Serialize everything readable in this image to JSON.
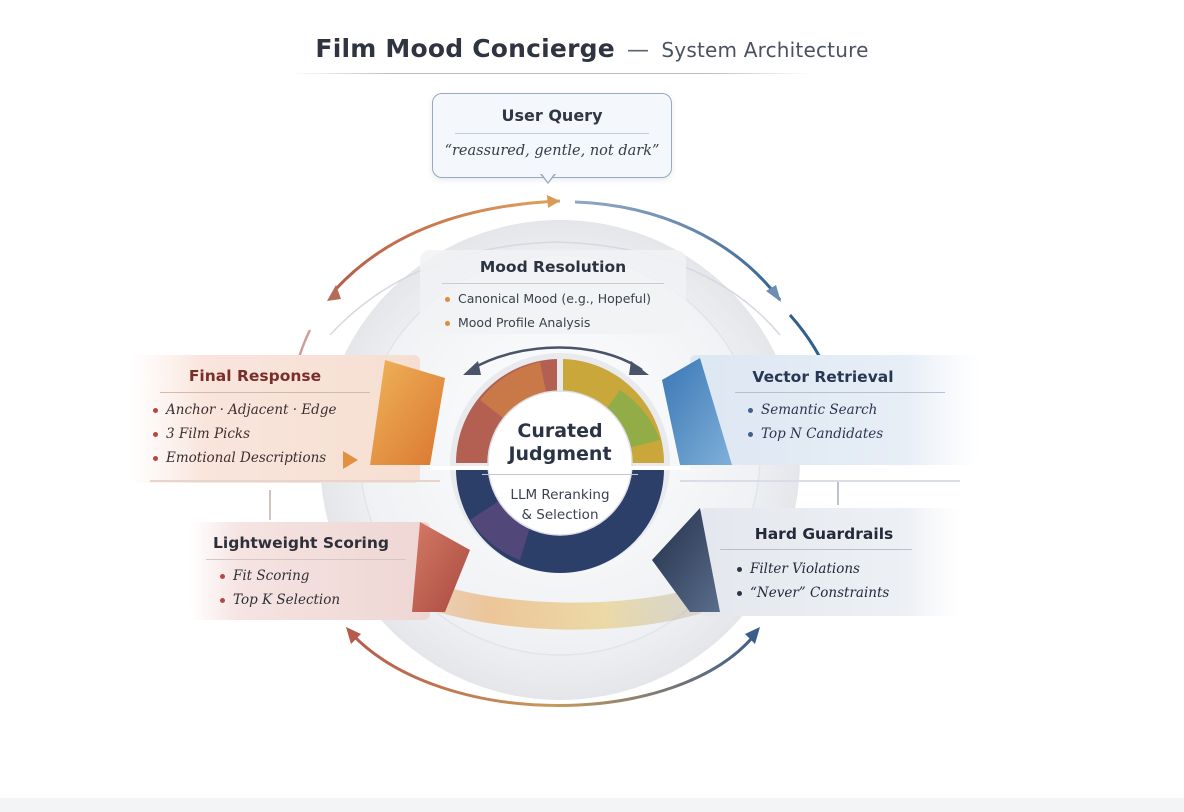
{
  "title": {
    "main": "Film Mood Concierge",
    "separator": "—",
    "subtitle": "System Architecture"
  },
  "user_query": {
    "heading": "User Query",
    "text": "“reassured, gentle, not dark”"
  },
  "mood_resolution": {
    "heading": "Mood Resolution",
    "bullets": [
      "Canonical Mood (e.g., Hopeful)",
      "Mood Profile Analysis"
    ]
  },
  "final_response": {
    "heading": "Final Response",
    "bullets": [
      "Anchor · Adjacent · Edge",
      "3 Film Picks",
      "Emotional Descriptions"
    ]
  },
  "vector_retrieval": {
    "heading": "Vector Retrieval",
    "bullets": [
      "Semantic Search",
      "Top N Candidates"
    ]
  },
  "lightweight_scoring": {
    "heading": "Lightweight Scoring",
    "bullets": [
      "Fit Scoring",
      "Top K Selection"
    ]
  },
  "hard_guardrails": {
    "heading": "Hard Guardrails",
    "bullets": [
      "Filter Violations",
      "“Never” Constraints"
    ]
  },
  "core": {
    "heading_line1": "Curated",
    "heading_line2": "Judgment",
    "sub_line1": "LLM Reranking",
    "sub_line2": "& Selection"
  },
  "colors": {
    "final_accent": "#e3913b",
    "vector_accent": "#3f78b0",
    "scoring_accent": "#b7524a",
    "guardrails_accent": "#2e3a52",
    "mood_bullet": "#e0893a"
  },
  "icons": [
    "cycle-arrow-icon",
    "bidirectional-arrow-icon",
    "play-arrow-icon"
  ]
}
